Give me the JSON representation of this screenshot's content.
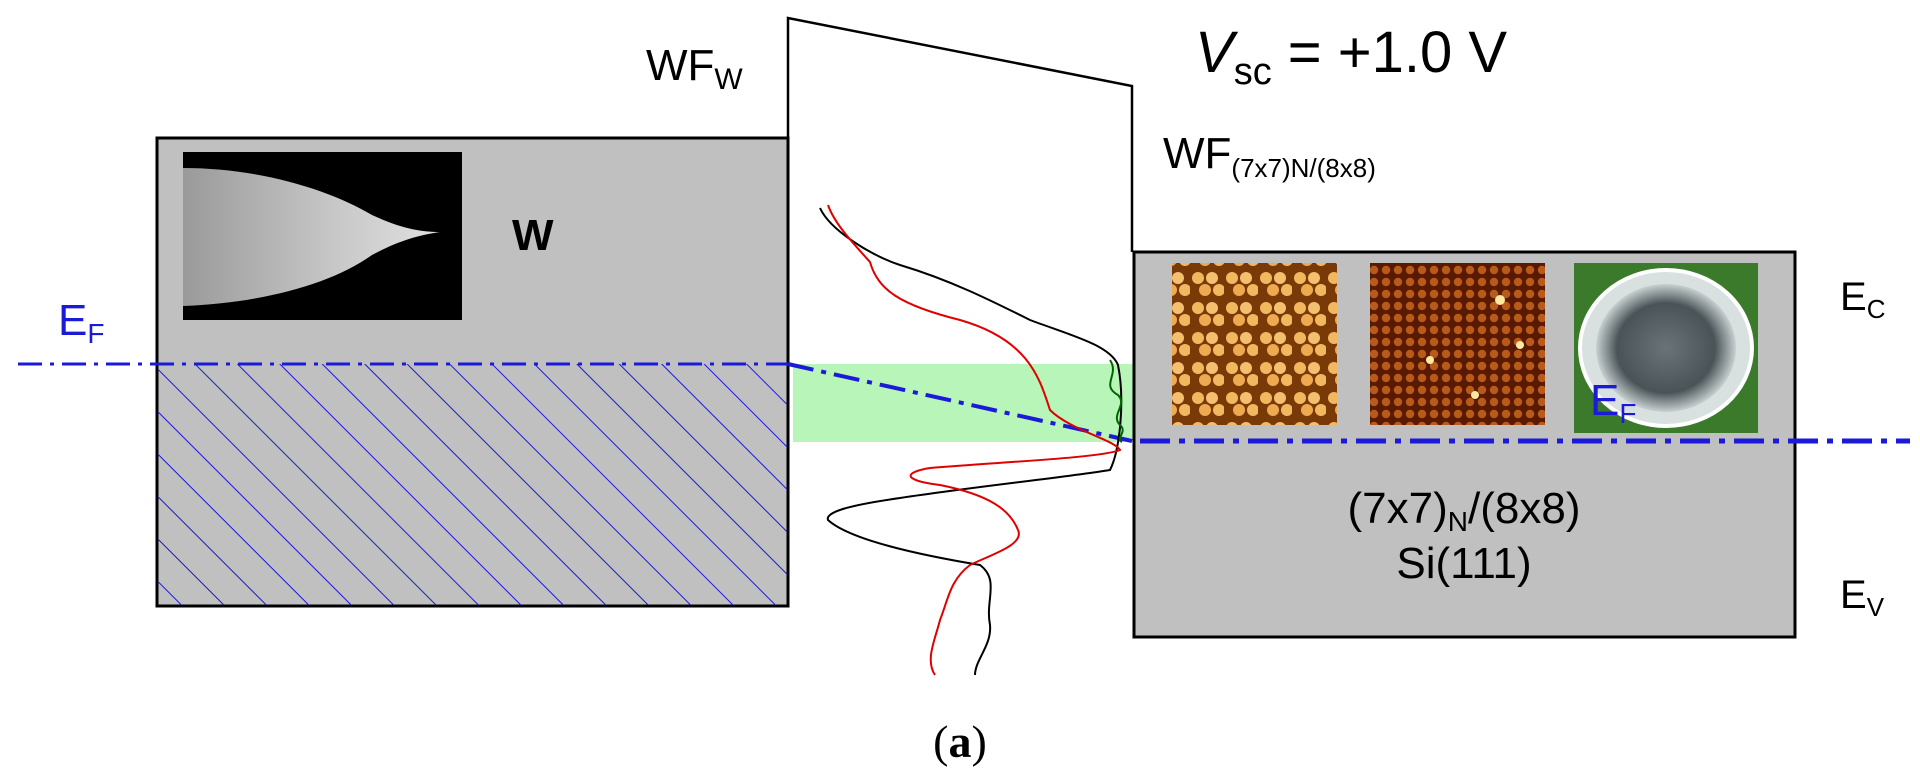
{
  "title": {
    "prefix": "V",
    "subscript": "sc",
    "suffix": " = +1.0 V"
  },
  "labels": {
    "wf_w_main": "WF",
    "wf_w_sub": "W",
    "wf_s_main": "WF",
    "wf_s_sub": "(7x7)N/(8x8)",
    "metal": "W",
    "ef": "E",
    "ef_sub": "F",
    "ec": "E",
    "ec_sub": "C",
    "ev": "E",
    "ev_sub": "V",
    "surface_a": "(7x7)",
    "surface_a_sub": "N",
    "surface_b": "/(8x8)",
    "substrate": "Si(111)",
    "caption_open": "(",
    "caption_letter": "a",
    "caption_close": ")"
  },
  "colors": {
    "box_fill": "#c0c0c0",
    "hatch": "#1a1ad8",
    "fermi_line": "#1a1ad8",
    "window_green": "#b8f5b8",
    "curve_red": "#e00000",
    "curve_black": "#000000",
    "curve_green": "#006400"
  },
  "icons": [
    "tip-image",
    "stm-image-7x7",
    "stm-image-8x8",
    "wafer-photo"
  ]
}
